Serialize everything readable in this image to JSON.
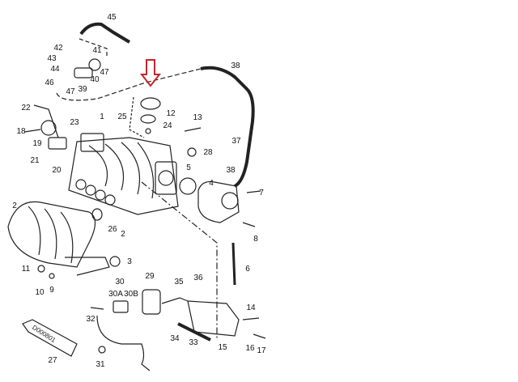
{
  "diagram": {
    "callouts": [
      "45",
      "42",
      "41",
      "43",
      "44",
      "47",
      "40",
      "46",
      "47",
      "39",
      "38",
      "22",
      "25",
      "12",
      "13",
      "1",
      "23",
      "24",
      "18",
      "19",
      "37",
      "28",
      "21",
      "20",
      "5",
      "38",
      "4",
      "7",
      "2",
      "26",
      "2",
      "8",
      "3",
      "6",
      "11",
      "10",
      "9",
      "29",
      "30",
      "35",
      "36",
      "30A",
      "30B",
      "32",
      "14",
      "34",
      "33",
      "15",
      "16",
      "17",
      "27",
      "31"
    ],
    "tube_label": "D000801",
    "highlight_arrow_color": "#c0272d",
    "line_color": "#222222"
  }
}
